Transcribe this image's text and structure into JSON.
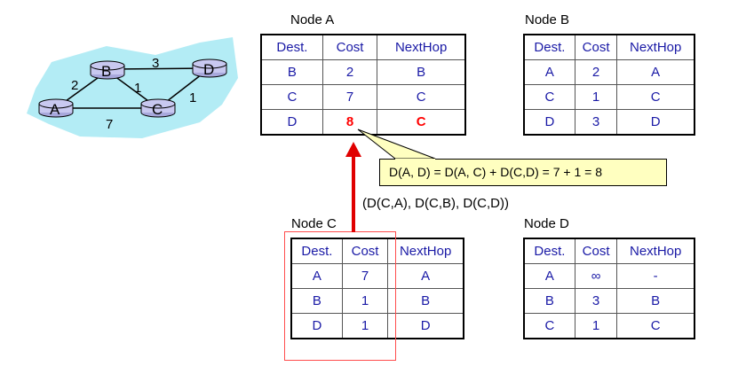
{
  "network": {
    "nodes": [
      "A",
      "B",
      "C",
      "D"
    ],
    "edges": [
      {
        "from": "A",
        "to": "B",
        "cost": "2"
      },
      {
        "from": "B",
        "to": "D",
        "cost": "3"
      },
      {
        "from": "B",
        "to": "C",
        "cost": "1"
      },
      {
        "from": "C",
        "to": "D",
        "cost": "1"
      },
      {
        "from": "A",
        "to": "C",
        "cost": "7"
      }
    ]
  },
  "tables": {
    "headers": [
      "Dest.",
      "Cost",
      "NextHop"
    ],
    "nodeA": {
      "title": "Node A",
      "rows": [
        [
          "B",
          "2",
          "B"
        ],
        [
          "C",
          "7",
          "C"
        ],
        [
          "D",
          "8",
          "C"
        ]
      ]
    },
    "nodeB": {
      "title": "Node B",
      "rows": [
        [
          "A",
          "2",
          "A"
        ],
        [
          "C",
          "1",
          "C"
        ],
        [
          "D",
          "3",
          "D"
        ]
      ]
    },
    "nodeC": {
      "title": "Node C",
      "rows": [
        [
          "A",
          "7",
          "A"
        ],
        [
          "B",
          "1",
          "B"
        ],
        [
          "D",
          "1",
          "D"
        ]
      ]
    },
    "nodeD": {
      "title": "Node D",
      "rows": [
        [
          "A",
          "∞",
          "-"
        ],
        [
          "B",
          "3",
          "B"
        ],
        [
          "C",
          "1",
          "C"
        ]
      ]
    }
  },
  "callout": "D(A, D) = D(A, C) + D(C,D) = 7 + 1 = 8",
  "message": "(D(C,A), D(C,B), D(C,D))",
  "colors": {
    "cloud": "#b3ecf5",
    "router": "#c8c8f0",
    "table_text": "#1a1aa6",
    "highlight": "#ff0000",
    "callout_bg": "#ffffc0"
  }
}
